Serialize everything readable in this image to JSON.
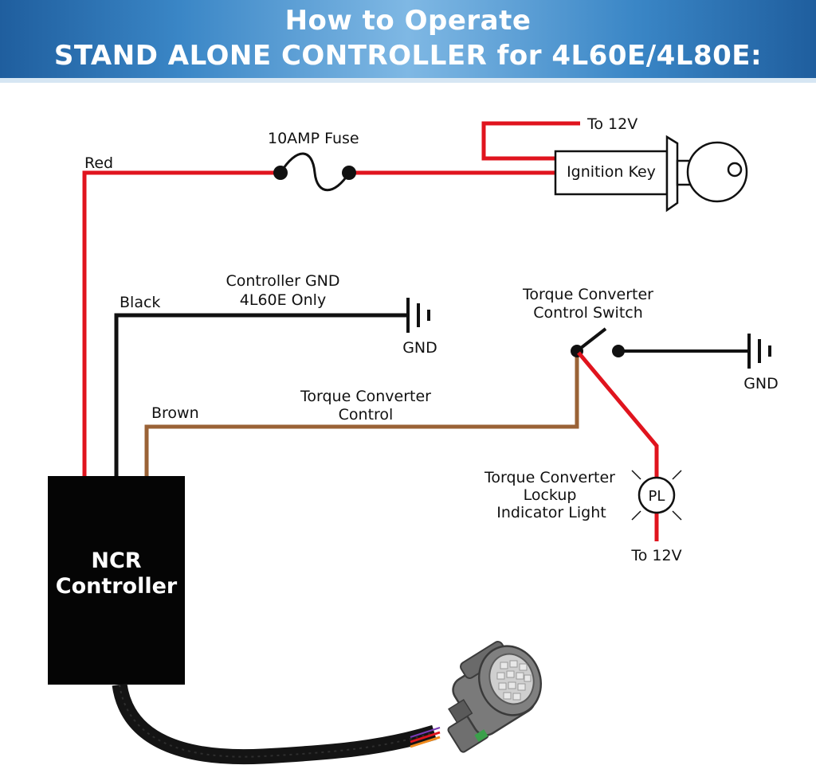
{
  "header": {
    "line1": "How to Operate",
    "line2": "STAND ALONE CONTROLLER for 4L60E/4L80E:"
  },
  "labels": {
    "red": "Red",
    "fuse": "10AMP Fuse",
    "to_12v_top": "To 12V",
    "ignition_key": "Ignition Key",
    "controller_gnd_1": "Controller GND",
    "controller_gnd_2": "4L60E Only",
    "black": "Black",
    "gnd_left": "GND",
    "tcc_switch_1": "Torque Converter",
    "tcc_switch_2": "Control Switch",
    "gnd_right": "GND",
    "brown": "Brown",
    "tcc_control_1": "Torque Converter",
    "tcc_control_2": "Control",
    "lamp_1": "Torque Converter",
    "lamp_2": "Lockup",
    "lamp_3": "Indicator Light",
    "lamp_symbol": "PL",
    "to_12v_bottom": "To 12V",
    "controller_1": "NCR",
    "controller_2": "Controller"
  },
  "colors": {
    "red_wire": "#e0141e",
    "black_wire": "#111111",
    "brown_wire": "#9a6236",
    "header_blue": "#2e74b8"
  },
  "icons": [
    "key-icon",
    "fuse-icon",
    "ground-icon",
    "switch-icon",
    "lamp-icon",
    "connector-icon"
  ]
}
